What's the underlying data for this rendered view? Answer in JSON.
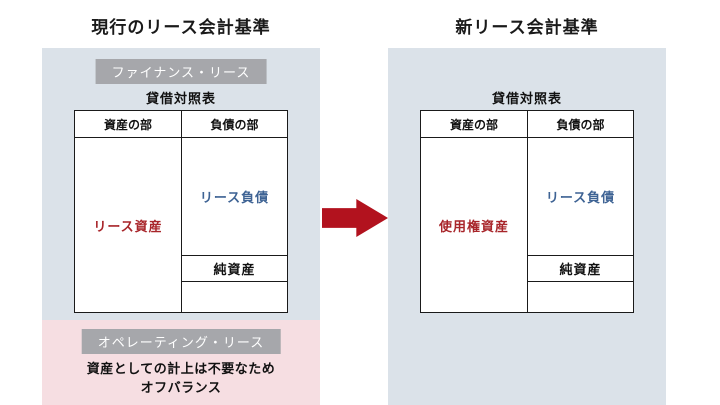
{
  "left": {
    "title": "現行のリース会計基準",
    "finance_label": "ファイナンス・リース",
    "bs_title": "貸借対照表",
    "table": {
      "assets_header": "資産の部",
      "liabilities_header": "負債の部",
      "asset_item": "リース資産",
      "liability_item": "リース負債",
      "net_assets": "純資産"
    },
    "operating_label": "オペレーティング・リース",
    "operating_note_line1": "資産としての計上は不要なため",
    "operating_note_line2": "オフバランス"
  },
  "right": {
    "title": "新リース会計基準",
    "bs_title": "貸借対照表",
    "table": {
      "assets_header": "資産の部",
      "liabilities_header": "負債の部",
      "asset_item": "使用権資産",
      "liability_item": "リース負債",
      "net_assets": "純資産"
    }
  },
  "icons": {
    "transition_arrow": "right-arrow-icon"
  },
  "colors": {
    "panel_bg": "#dbe2e9",
    "pink_bg": "#f6dee2",
    "label_bg": "#a6a7ab",
    "label_text": "#ffffff",
    "asset_text": "#a8252a",
    "liability_text": "#3e6394",
    "arrow": "#b2121e",
    "table_border": "#1a1a1a"
  }
}
